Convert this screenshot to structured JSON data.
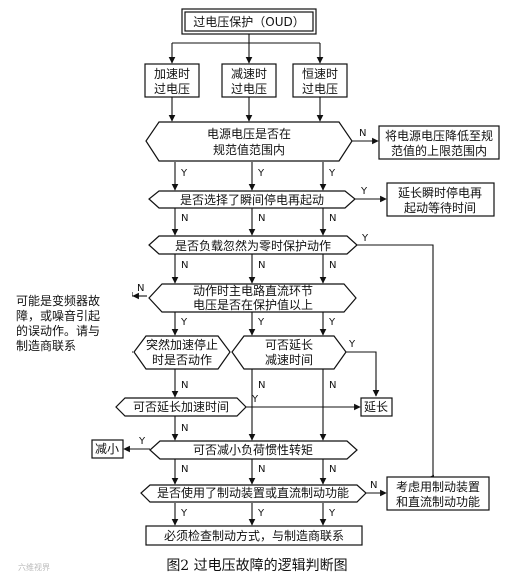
{
  "nodes": {
    "title": "过电压保护（OUD）",
    "accel": [
      "加速时",
      "过电压"
    ],
    "decel": [
      "减速时",
      "过电压"
    ],
    "const": [
      "恒速时",
      "过电压"
    ],
    "q_supply": [
      "电源电压是否在",
      "规范值范围内"
    ],
    "r_lower": [
      "将电源电压降低至规",
      "范值的上限范围内"
    ],
    "q_restart": "是否选择了瞬间停电再起动",
    "r_extend_wait": [
      "延长瞬时停电再",
      "起动等待时间"
    ],
    "q_load_zero": "是否负载忽然为零时保护动作",
    "q_dc_link": [
      "动作时主电路直流环节",
      "电压是否在保护值以上"
    ],
    "r_fault": [
      "可能是变频器故",
      "障，或噪音引起",
      "的误动作。请与",
      "制造商联系"
    ],
    "q_sudden_stop": [
      "突然加速停止",
      "时是否动作"
    ],
    "q_extend_decel": [
      "可否延长",
      "减速时间"
    ],
    "q_extend_accel": "可否延长加速时间",
    "r_extend": "延长",
    "q_reduce_inertia": "可否减小负荷惯性转矩",
    "r_reduce": "减小",
    "q_brake": "是否使用了制动装置或直流制动功能",
    "r_consider": [
      "考虑用制动装置",
      "和直流制动功能"
    ],
    "r_check": "必须检查制动方式，与制造商联系"
  },
  "labels": {
    "yes": "Y",
    "no": "N"
  },
  "caption": "图2   过电压故障的逻辑判断图",
  "watermark": "六维视界"
}
